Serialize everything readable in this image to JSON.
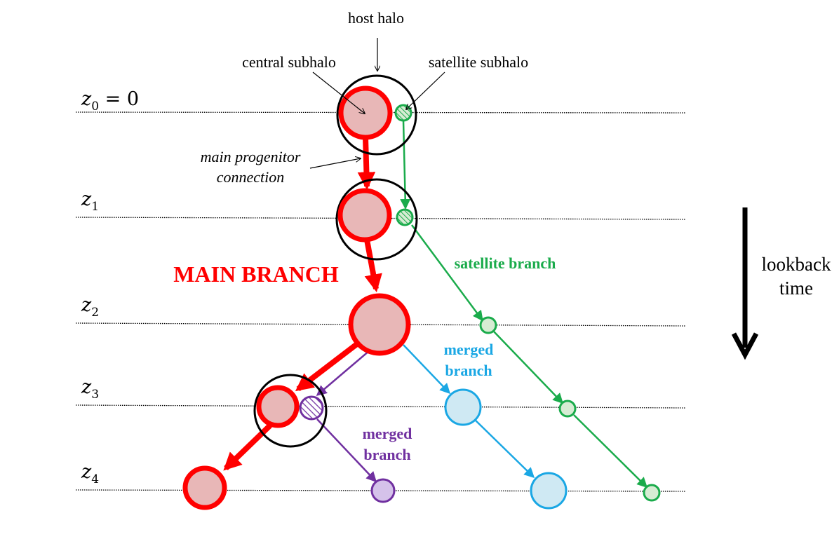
{
  "labels": {
    "host_halo": "host halo",
    "central_subhalo": "central subhalo",
    "satellite_subhalo": "satellite subhalo",
    "main_progenitor_line1": "main progenitor",
    "main_progenitor_line2": "connection",
    "main_branch": "MAIN BRANCH",
    "satellite_branch": "satellite branch",
    "merged_branch_blue_line1": "merged",
    "merged_branch_blue_line2": "branch",
    "merged_branch_purple_line1": "merged",
    "merged_branch_purple_line2": "branch",
    "lookback_line1": "lookback",
    "lookback_line2": "time"
  },
  "redshifts": [
    {
      "base": "z",
      "sub": "0",
      "suffix": " = 0"
    },
    {
      "base": "z",
      "sub": "1",
      "suffix": ""
    },
    {
      "base": "z",
      "sub": "2",
      "suffix": ""
    },
    {
      "base": "z",
      "sub": "3",
      "suffix": ""
    },
    {
      "base": "z",
      "sub": "4",
      "suffix": ""
    }
  ],
  "colors": {
    "main": "#ff0000",
    "main_fill": "#e8b7b7",
    "satellite": "#1aab4b",
    "satellite_fill": "#d6ecd3",
    "merged_blue": "#1aa7e4",
    "merged_blue_fill": "#cfe9f3",
    "merged_purple": "#7030a0",
    "merged_purple_fill": "#d5c2ea",
    "ink": "#000000"
  }
}
